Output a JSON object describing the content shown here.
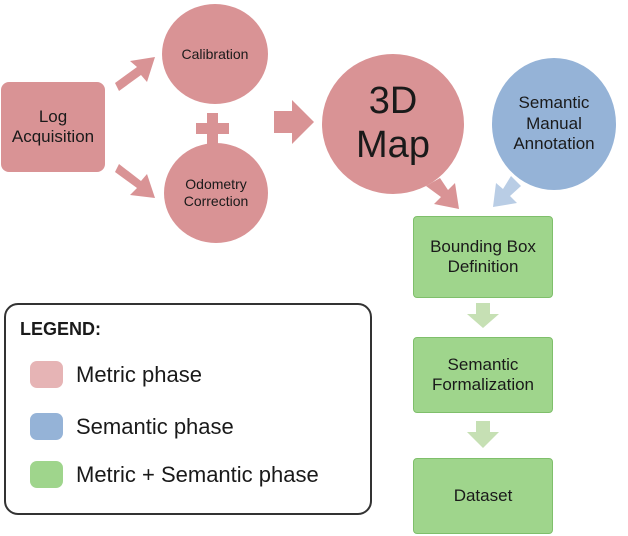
{
  "nodes": {
    "log_acquisition": [
      "Log",
      "Acquisition"
    ],
    "calibration": [
      "Calibration"
    ],
    "odometry_correction": [
      "Odometry",
      "Correction"
    ],
    "map_3d": [
      "3D",
      "Map"
    ],
    "semantic_manual_annotation": [
      "Semantic",
      "Manual",
      "Annotation"
    ],
    "bounding_box_definition": [
      "Bounding Box",
      "Definition"
    ],
    "semantic_formalization": [
      "Semantic",
      "Formalization"
    ],
    "dataset": [
      "Dataset"
    ]
  },
  "legend": {
    "title": "LEGEND:",
    "items": [
      {
        "label": "Metric phase",
        "color": "#e6b4b5"
      },
      {
        "label": "Semantic phase",
        "color": "#95b3d7"
      },
      {
        "label": "Metric + Semantic phase",
        "color": "#9fd58c"
      }
    ]
  },
  "colors": {
    "metric": "#d99395",
    "metric_light": "#e6b4b5",
    "semantic": "#95b3d7",
    "semantic_light": "#b9cde5",
    "combined": "#9fd58c",
    "combined_light": "#c6e0b4"
  }
}
